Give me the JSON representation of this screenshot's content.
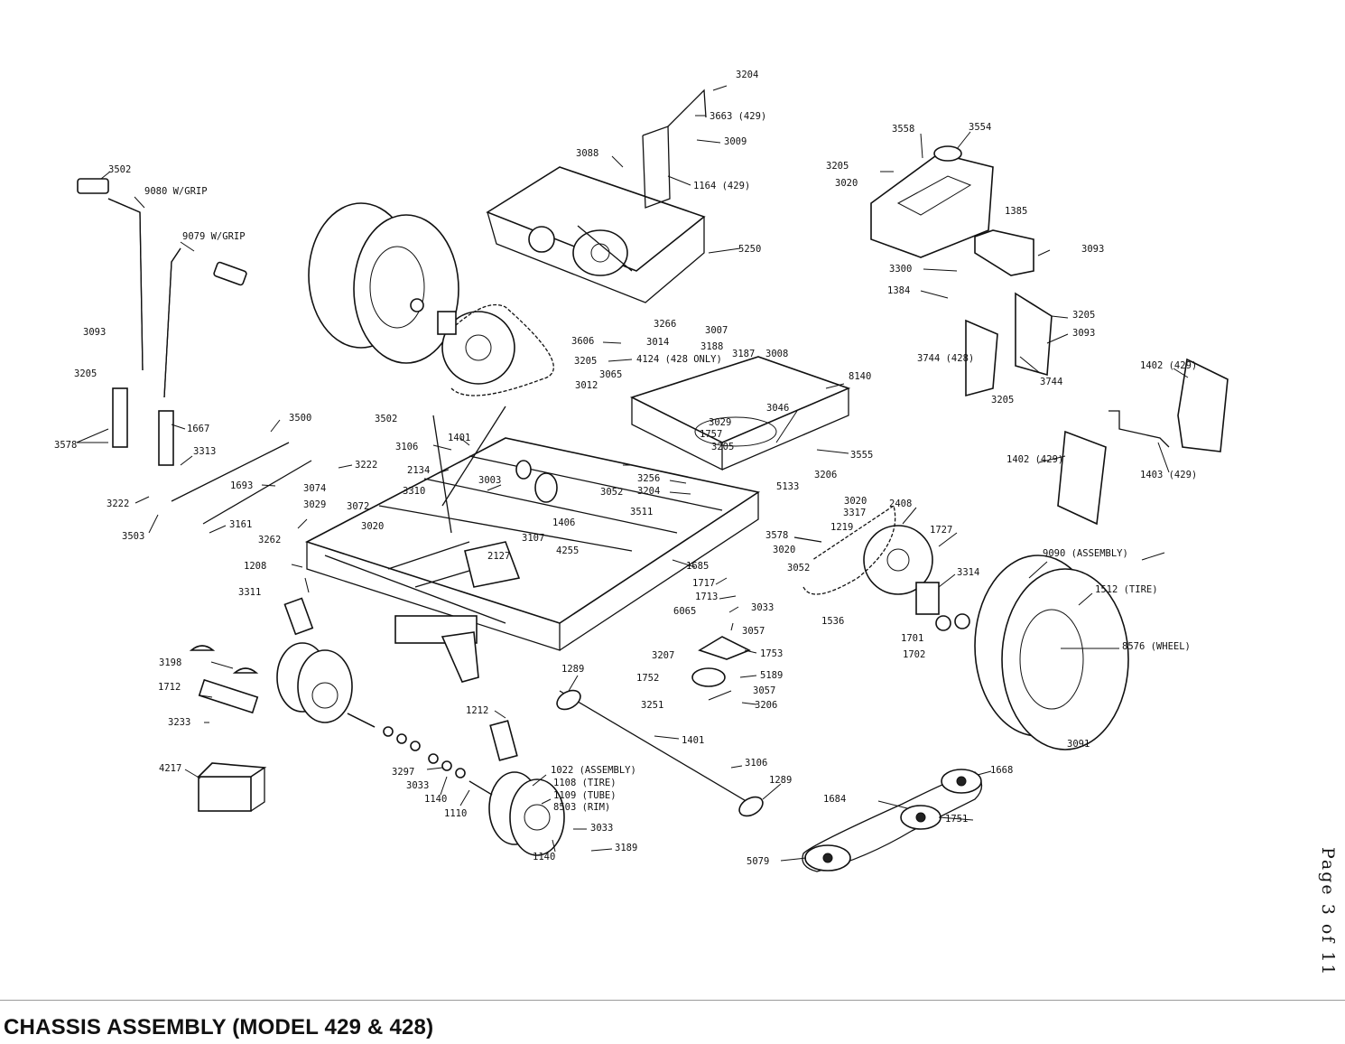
{
  "caption": "CHASSIS ASSEMBLY (MODEL 429 & 428)",
  "page_label": "Page 3 of 11",
  "callouts": [
    "3204",
    "3663 (429)",
    "3009",
    "3088",
    "1164 (429)",
    "5250",
    "3558",
    "3554",
    "3205",
    "3020",
    "1385",
    "3093",
    "3300",
    "1384",
    "3205",
    "3093",
    "3744 (428)",
    "3744",
    "3205",
    "1402 (429)",
    "1402 (429)",
    "1403 (429)",
    "3502",
    "9080 W/GRIP",
    "9079 W/GRIP",
    "3093",
    "3205",
    "3578",
    "1667",
    "3313",
    "3500",
    "3222",
    "1693",
    "3074",
    "3222",
    "3503",
    "3161",
    "3606",
    "3205",
    "3266",
    "3007",
    "3014",
    "3188",
    "3187",
    "3008",
    "4124 (428 ONLY)",
    "3065",
    "3012",
    "8140",
    "3502",
    "1401",
    "3106",
    "2134",
    "3003",
    "3310",
    "3072",
    "3020",
    "3029",
    "3262",
    "1208",
    "3311",
    "3107",
    "1406",
    "3052",
    "3256",
    "3204",
    "3511",
    "4255",
    "2127",
    "3029",
    "1757",
    "3205",
    "3046",
    "3555",
    "3206",
    "5133",
    "3020",
    "3317",
    "1219",
    "2408",
    "1727",
    "3578",
    "3020",
    "1685",
    "3052",
    "1717",
    "1713",
    "3033",
    "6065",
    "3057",
    "3207",
    "1753",
    "1752",
    "5189",
    "3057",
    "3206",
    "3251",
    "9090 (ASSEMBLY)",
    "1512 (TIRE)",
    "3314",
    "1536",
    "1701",
    "1702",
    "8576 (WHEEL)",
    "3091",
    "3198",
    "1712",
    "3233",
    "4217",
    "1289",
    "1212",
    "1401",
    "3106",
    "1289",
    "3297",
    "3033",
    "1140",
    "1110",
    "1022 (ASSEMBLY)",
    "1108 (TIRE)",
    "1109 (TUBE)",
    "8503 (RIM)",
    "3033",
    "3189",
    "1140",
    "1684",
    "1668",
    "1751",
    "5079"
  ]
}
